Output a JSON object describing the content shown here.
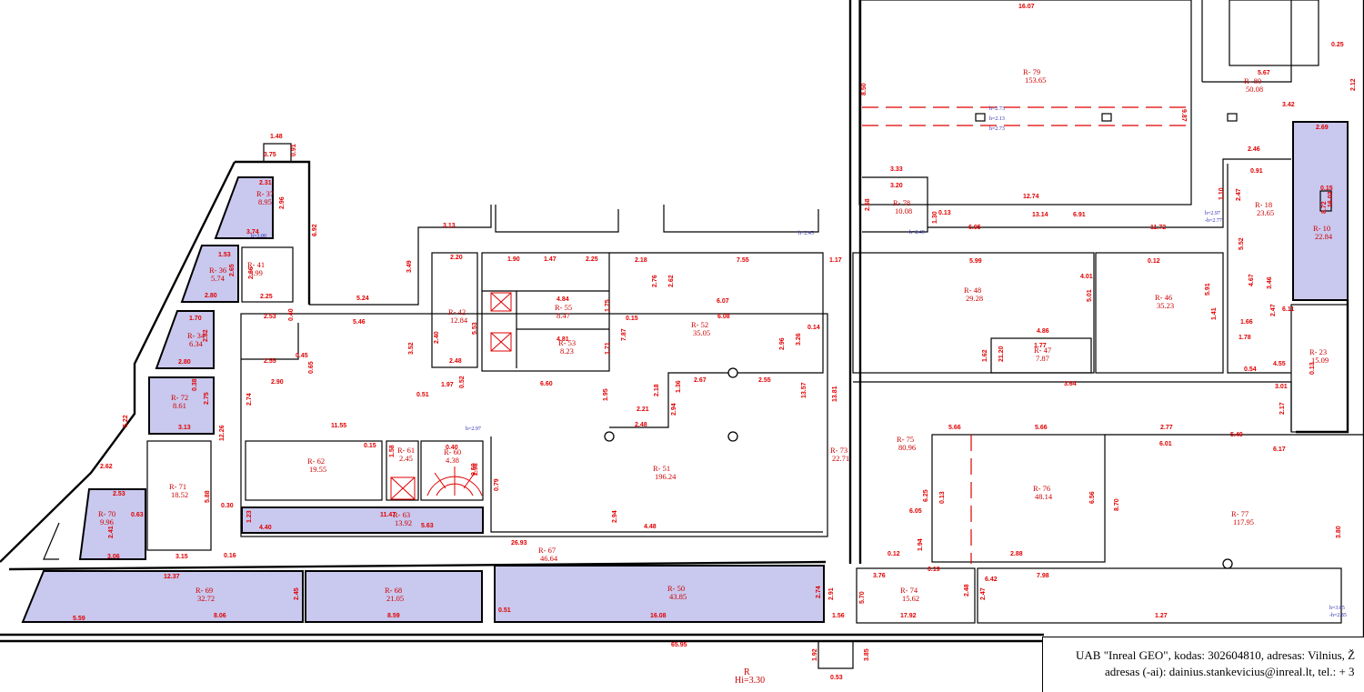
{
  "rooms": [
    {
      "id": "R- 79",
      "area": "153.65"
    },
    {
      "id": "R- 80",
      "area": "50.08"
    },
    {
      "id": "R- 37",
      "area": "8.95"
    },
    {
      "id": "R- 36",
      "area": "5.74"
    },
    {
      "id": "R- 41",
      "area": "5.99"
    },
    {
      "id": "R- 34",
      "area": "6.34"
    },
    {
      "id": "R- 72",
      "area": "8.61"
    },
    {
      "id": "R- 71",
      "area": "18.52"
    },
    {
      "id": "R- 70",
      "area": "9.96"
    },
    {
      "id": "R- 69",
      "area": "32.72"
    },
    {
      "id": "R- 68",
      "area": "21.05"
    },
    {
      "id": "R- 50",
      "area": "43.85"
    },
    {
      "id": "R- 42",
      "area": "12.84"
    },
    {
      "id": "R- 55",
      "area": "8.47"
    },
    {
      "id": "R- 53",
      "area": "8.23"
    },
    {
      "id": "R- 52",
      "area": "35.05"
    },
    {
      "id": "R- 51",
      "area": "196.24"
    },
    {
      "id": "R- 62",
      "area": "19.55"
    },
    {
      "id": "R- 61",
      "area": "2.45"
    },
    {
      "id": "R- 60",
      "area": "4.38"
    },
    {
      "id": "R- 63",
      "area": "13.92"
    },
    {
      "id": "R- 67",
      "area": "46.64"
    },
    {
      "id": "R- 73",
      "area": "22.71"
    },
    {
      "id": "R- 78",
      "area": "10.08"
    },
    {
      "id": "R- 48",
      "area": "29.28"
    },
    {
      "id": "R- 47",
      "area": "7.87"
    },
    {
      "id": "R- 46",
      "area": "35.23"
    },
    {
      "id": "R- 18",
      "area": "23.65"
    },
    {
      "id": "R- 10",
      "area": "22.84"
    },
    {
      "id": "R- 23",
      "area": "15.09"
    },
    {
      "id": "R- 75",
      "area": "80.96"
    },
    {
      "id": "R- 76",
      "area": "48.14"
    },
    {
      "id": "R- 77",
      "area": "117.95"
    },
    {
      "id": "R- 74",
      "area": "15.62"
    }
  ],
  "dimensions": [
    "16.07",
    "8.50",
    "9.87",
    "12.74",
    "13.14",
    "5.67",
    "3.42",
    "2.12",
    "2.69",
    "2.46",
    "8.72",
    "1.48",
    "3.75",
    "0.91",
    "2.31",
    "2.96",
    "3.74",
    "1.53",
    "2.65",
    "2.80",
    "1.70",
    "2.82",
    "2.80",
    "0.38",
    "2.75",
    "3.13",
    "5.22",
    "2.62",
    "2.53",
    "0.63",
    "2.41",
    "3.06",
    "3.15",
    "12.37",
    "5.59",
    "8.06",
    "2.45",
    "8.59",
    "16.08",
    "2.74",
    "2.91",
    "0.51",
    "65.95",
    "6.92",
    "3.13",
    "3.49",
    "5.24",
    "5.46",
    "2.66",
    "2.25",
    "2.53",
    "0.40",
    "2.55",
    "0.45",
    "0.65",
    "2.90",
    "2.74",
    "11.55",
    "0.15",
    "1.58",
    "12.26",
    "5.88",
    "0.30",
    "11.47",
    "4.40",
    "5.63",
    "1.23",
    "26.93",
    "0.16",
    "2.20",
    "1.90",
    "1.47",
    "2.25",
    "2.18",
    "7.55",
    "2.76",
    "2.62",
    "6.07",
    "6.08",
    "0.14",
    "2.96",
    "3.26",
    "4.84",
    "1.75",
    "0.15",
    "4.81",
    "1.71",
    "7.87",
    "5.53",
    "2.40",
    "2.48",
    "3.52",
    "0.51",
    "1.97",
    "0.52",
    "6.60",
    "1.95",
    "2.18",
    "1.36",
    "2.67",
    "2.55",
    "2.21",
    "2.48",
    "13.57",
    "13.81",
    "1.17",
    "3.33",
    "3.20",
    "2.68",
    "1.30",
    "0.13",
    "6.95",
    "6.91",
    "11.72",
    "5.99",
    "0.12",
    "4.01",
    "5.01",
    "4.86",
    "1.77",
    "1.62",
    "21.20",
    "3.64",
    "5.91",
    "1.41",
    "1.66",
    "1.78",
    "0.54",
    "4.55",
    "4.67",
    "3.46",
    "2.47",
    "0.91",
    "5.52",
    "2.47",
    "6.11",
    "0.13",
    "3.01",
    "2.17",
    "5.66",
    "5.66",
    "2.77",
    "5.49",
    "6.01",
    "6.17",
    "6.25",
    "0.13",
    "6.05",
    "6.56",
    "8.70",
    "3.80",
    "0.12",
    "1.94",
    "3.76",
    "0.19",
    "6.42",
    "7.98",
    "2.88",
    "2.48",
    "2.47",
    "5.70",
    "17.92",
    "1.27",
    "1.56",
    "1.92",
    "3.85",
    "0.53",
    "1.10",
    "0.15",
    "16.02",
    "0.25",
    "4.48",
    "2.94",
    "0.79",
    "2.98",
    "2.94",
    "0.40",
    "0.50"
  ],
  "heights": [
    "h=2.73",
    "h=2.13",
    "h=2.73",
    "h=2.97",
    "-h=2.77",
    "h=2.49",
    "h=2.45",
    "h=3.00",
    "h=2.97",
    "h=3.05",
    "-h=2.85"
  ],
  "bottom_label": {
    "r": "R",
    "h": "Hi=3.30"
  },
  "footer": {
    "line1": "UAB \"Inreal GEO\", kodas: 302604810, adresas: Vilnius, Ž",
    "line2": "adresas (-ai): dainius.stankevicius@inreal.lt, tel.: + 3"
  },
  "colors": {
    "wall": "#000000",
    "dimension": "#e00000",
    "room_fill": "#c9c8ee",
    "height_label": "#2a2ab0"
  }
}
